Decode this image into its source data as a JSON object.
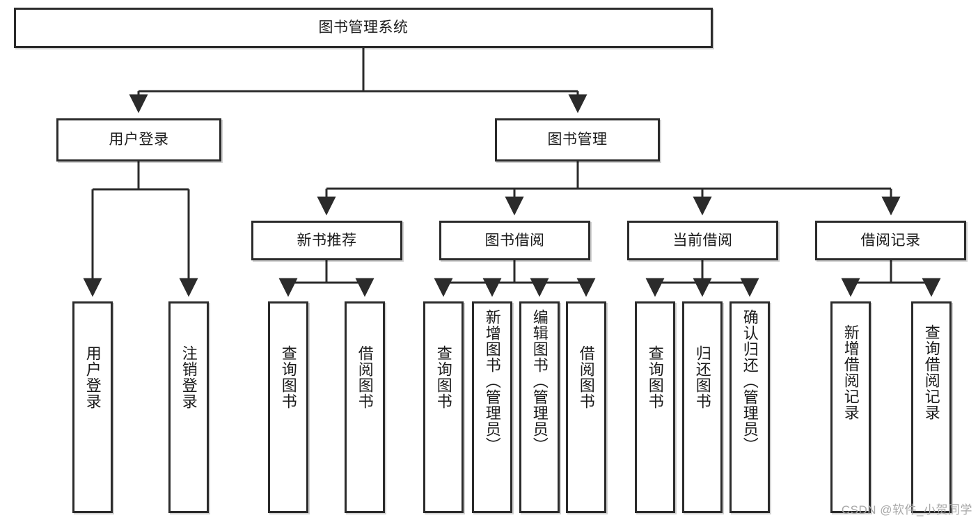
{
  "diagram": {
    "title": "图书管理系统",
    "type": "hierarchy-tree",
    "watermark": "CSDN @软件_小贺同学",
    "colors": {
      "box_border": "#2b2b2b",
      "box_fill": "#ffffff",
      "edge": "#2b2b2b",
      "text": "#1b1b1b",
      "watermark": "#a8a8a8"
    },
    "nodes": {
      "root": {
        "label": "图书管理系统"
      },
      "level2": [
        {
          "id": "user-login",
          "label": "用户登录"
        },
        {
          "id": "book-manage",
          "label": "图书管理"
        }
      ],
      "level3": [
        {
          "id": "new-book-recommend",
          "label": "新书推荐"
        },
        {
          "id": "book-borrow",
          "label": "图书借阅"
        },
        {
          "id": "current-borrow",
          "label": "当前借阅"
        },
        {
          "id": "borrow-record",
          "label": "借阅记录"
        }
      ],
      "leaves": {
        "user_login": [
          {
            "id": "leaf-user-login",
            "label": "用户登录"
          },
          {
            "id": "leaf-logout-login",
            "label": "注销登录"
          }
        ],
        "new_book_recommend": [
          {
            "id": "leaf-query-book-1",
            "label": "查询图书"
          },
          {
            "id": "leaf-borrow-book-1",
            "label": "借阅图书"
          }
        ],
        "book_borrow": [
          {
            "id": "leaf-query-book-2",
            "label": "查询图书"
          },
          {
            "id": "leaf-add-book-admin",
            "label": "新增图书（管理员）"
          },
          {
            "id": "leaf-edit-book-admin",
            "label": "编辑图书（管理员）"
          },
          {
            "id": "leaf-borrow-book-2",
            "label": "借阅图书"
          }
        ],
        "current_borrow": [
          {
            "id": "leaf-query-book-3",
            "label": "查询图书"
          },
          {
            "id": "leaf-return-book",
            "label": "归还图书"
          },
          {
            "id": "leaf-confirm-return-admin",
            "label": "确认归还（管理员）"
          }
        ],
        "borrow_record": [
          {
            "id": "leaf-add-borrow-record",
            "label": "新增借阅记录"
          },
          {
            "id": "leaf-query-borrow-record",
            "label": "查询借阅记录"
          }
        ]
      }
    }
  }
}
